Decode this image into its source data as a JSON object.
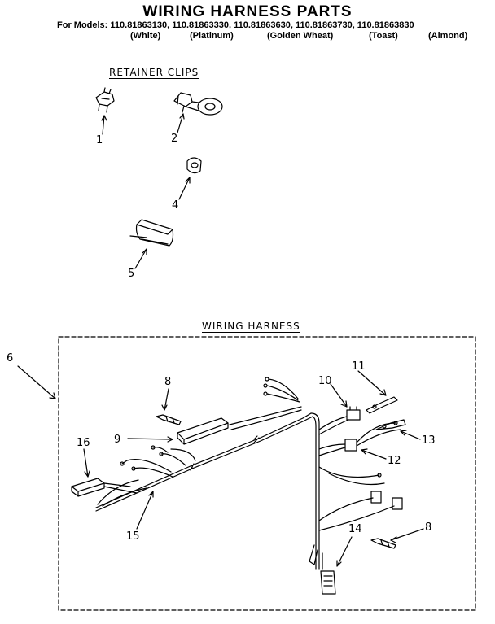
{
  "header": {
    "title": "WIRING HARNESS PARTS",
    "models_line": "For Models: 110.81863130, 110.81863330, 110.81863630, 110.81863730, 110.81863830",
    "colors": [
      "(White)",
      "(Platinum)",
      "(Golden Wheat)",
      "(Toast)",
      "(Almond)"
    ]
  },
  "sections": {
    "retainer_clips": "RETAINER CLIPS",
    "wiring_harness": "WIRING HARNESS"
  },
  "callouts": {
    "c1": "1",
    "c2": "2",
    "c4": "4",
    "c5": "5",
    "c6": "6",
    "c8a": "8",
    "c8b": "8",
    "c9": "9",
    "c10": "10",
    "c11": "11",
    "c12": "12",
    "c13": "13",
    "c14": "14",
    "c15": "15",
    "c16": "16"
  }
}
